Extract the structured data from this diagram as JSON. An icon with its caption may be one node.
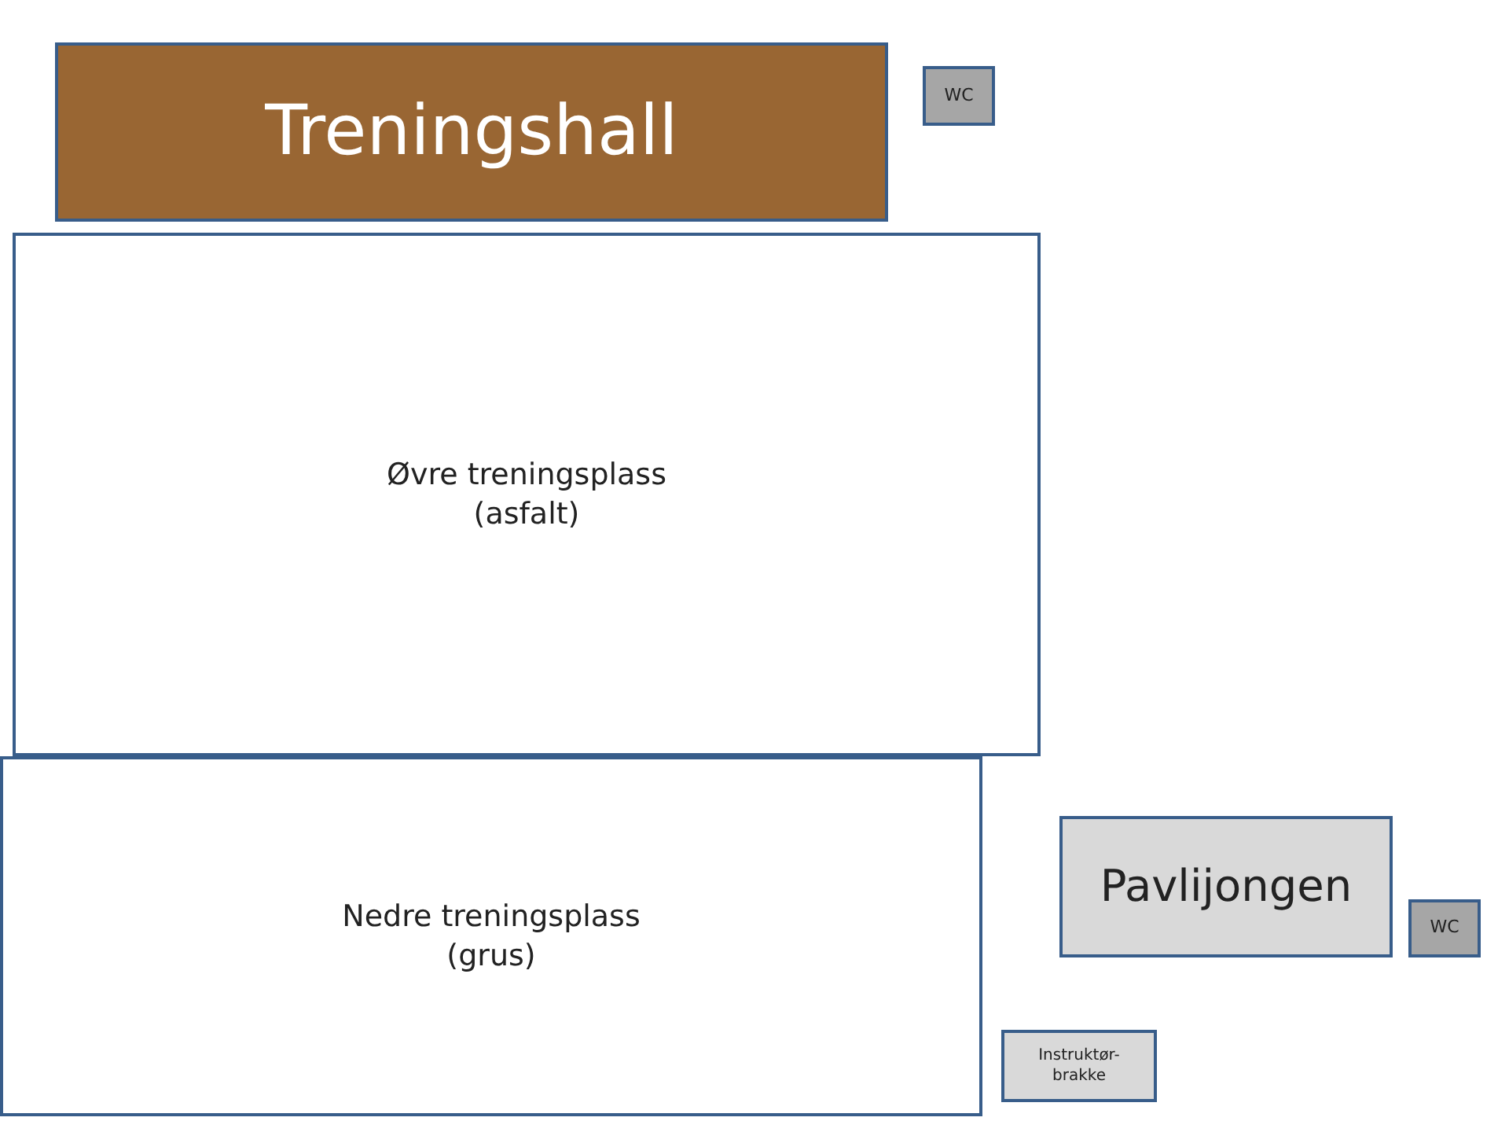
{
  "diagram": {
    "nodes": [
      {
        "text": [
          "Treningshall"
        ]
      },
      {
        "text": [
          "WC"
        ]
      },
      {
        "text": [
          "Øvre treningsplass (asfalt)"
        ]
      },
      {
        "text": [
          "Nedre treningsplass (grus)"
        ]
      },
      {
        "text": [
          "Pavlijongen"
        ]
      },
      {
        "text": [
          "WC"
        ]
      },
      {
        "text": [
          "Instruktør-brakke"
        ]
      }
    ]
  }
}
